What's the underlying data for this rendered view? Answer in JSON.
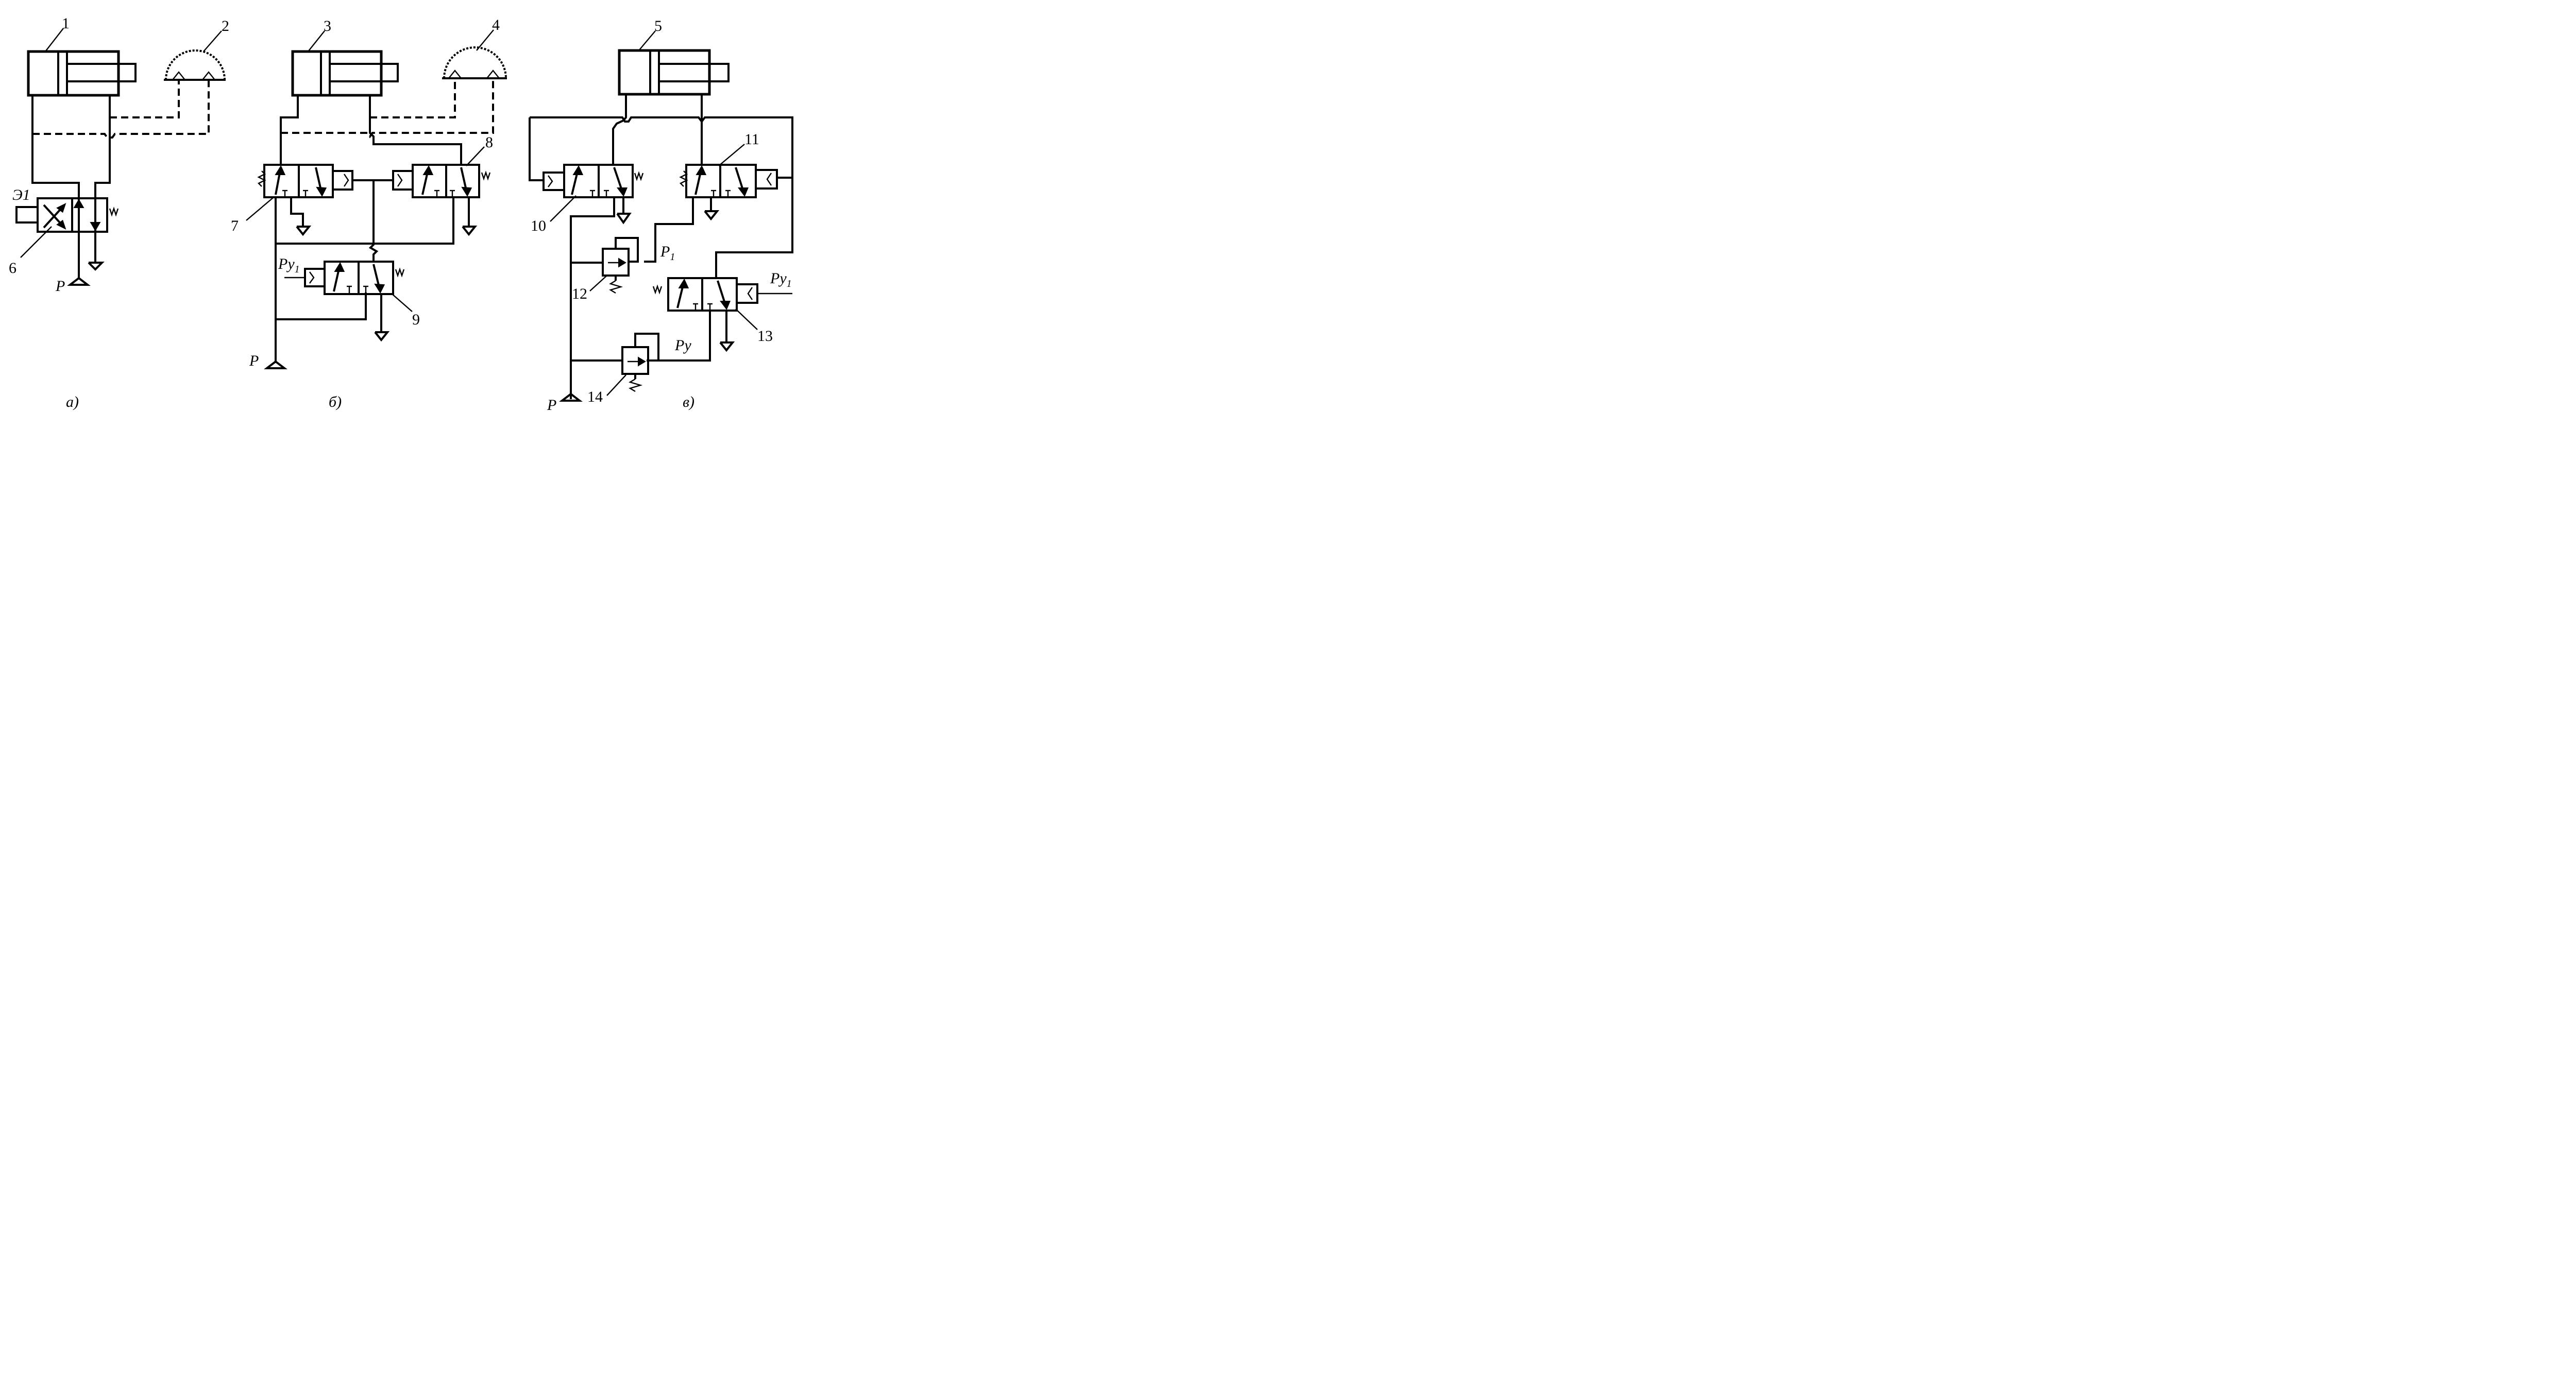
{
  "labels": {
    "n1": "1",
    "n2": "2",
    "n3": "3",
    "n4": "4",
    "n5": "5",
    "n6": "6",
    "n7": "7",
    "n8": "8",
    "n9": "9",
    "n10": "10",
    "n11": "11",
    "n12": "12",
    "n13": "13",
    "n14": "14"
  },
  "signals": {
    "e1": "Э1",
    "pa": "P",
    "pb": "P",
    "pc": "P",
    "py1_b": "Pу",
    "py1_b_sub": "1",
    "py1_c": "Pу",
    "py1_c_sub": "1",
    "p1": "P",
    "p1_sub": "1",
    "py": "Pу"
  },
  "captions": {
    "a": "а)",
    "b": "б)",
    "c": "в)"
  }
}
